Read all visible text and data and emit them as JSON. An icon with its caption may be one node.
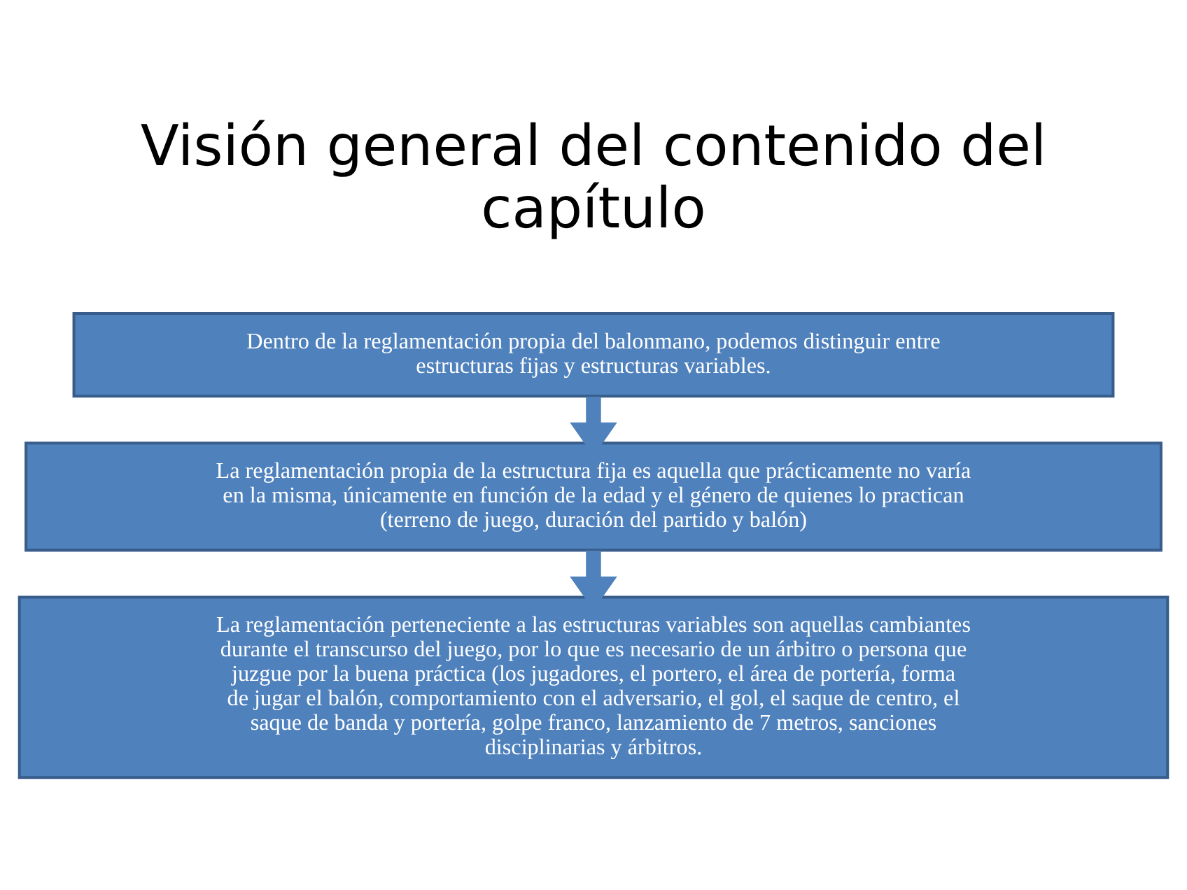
{
  "diagram": {
    "title": "Visión general del contenido del capítulo",
    "nodes": [
      {
        "text": [
          "Dentro de la reglamentación propia del balonmano, podemos distinguir entre estructuras fijas y estructuras variables."
        ]
      },
      {
        "text": [
          "La reglamentación propia de la estructura fija es aquella que prácticamente no varía en la misma, únicamente en función de la edad y el género de quienes lo practican (terreno de juego, duración del partido y balón)"
        ]
      },
      {
        "text": [
          "La reglamentación perteneciente a las estructuras variables son aquellas cambiantes durante el transcurso del juego, por lo que es necesario de un árbitro o persona que juzgue por la buena práctica (los jugadores, el portero, el área de portería, forma de jugar el balón, comportamiento con el adversario, el gol, el saque de centro, el saque de banda y portería, golpe franco, lanzamiento de 7 metros, sanciones disciplinarias y árbitros."
        ]
      }
    ],
    "edges": [
      {
        "from": 0,
        "to": 1,
        "arrow": "to"
      },
      {
        "from": 1,
        "to": 2,
        "arrow": "to"
      }
    ]
  }
}
